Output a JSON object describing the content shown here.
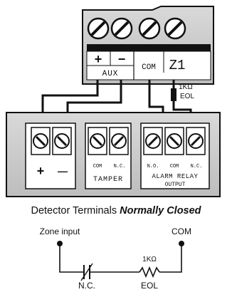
{
  "panel": {
    "aux_label": "AUX",
    "aux_plus": "+",
    "aux_minus": "−",
    "com_label": "COM",
    "z1_label": "Z1",
    "resistor_value": "1KΩ",
    "resistor_name": "EOL"
  },
  "detector": {
    "plus": "+",
    "minus": "—",
    "tamper_com": "COM",
    "tamper_nc": "N.C.",
    "tamper_title": "TAMPER",
    "relay_no": "N.O.",
    "relay_com": "COM",
    "relay_nc": "N.C.",
    "relay_title": "ALARM RELAY",
    "relay_subtitle": "OUTPUT"
  },
  "caption": {
    "normal": "Detector Terminals ",
    "emphasis": "Normally Closed"
  },
  "schematic": {
    "zone_input": "Zone input",
    "com": "COM",
    "nc": "N.C.",
    "resistor_value": "1KΩ",
    "resistor_name": "EOL"
  }
}
